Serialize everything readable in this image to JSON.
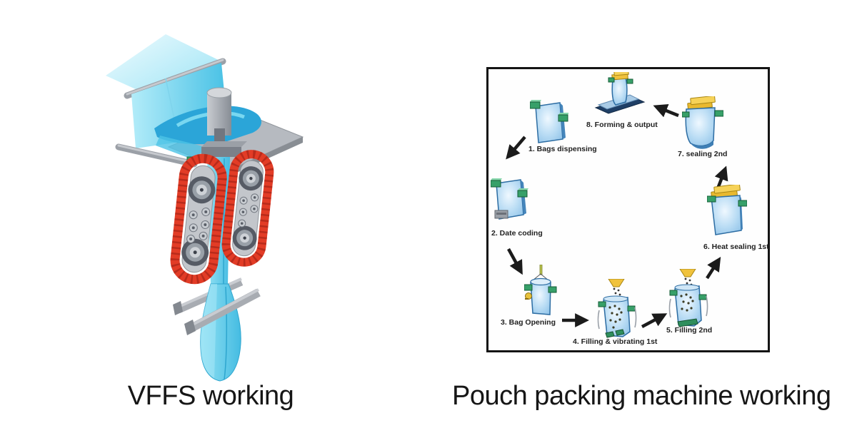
{
  "figures": {
    "left": {
      "caption": "VFFS working"
    },
    "right": {
      "caption": "Pouch packing machine working",
      "steps": [
        {
          "label": "1. Bags dispensing"
        },
        {
          "label": "2. Date coding"
        },
        {
          "label": "3. Bag Opening"
        },
        {
          "label": "4. Filling & vibrating 1st"
        },
        {
          "label": "5. Filling 2nd"
        },
        {
          "label": "6. Heat sealing 1st"
        },
        {
          "label": "7. sealing 2nd"
        },
        {
          "label": "8. Forming & output"
        }
      ]
    }
  },
  "colors": {
    "film_cyan": "#4ec2e6",
    "film_light": "#b3ecf9",
    "belt_red": "#e23c26",
    "metal_gray": "#a3a7ae",
    "bag_blue": "#a9d4f2",
    "clip_green": "#37a069",
    "seal_yellow": "#f0c23c",
    "conveyor_navy": "#1f3f66",
    "arrow_black": "#1b1b1b",
    "panel_border": "#141414"
  }
}
